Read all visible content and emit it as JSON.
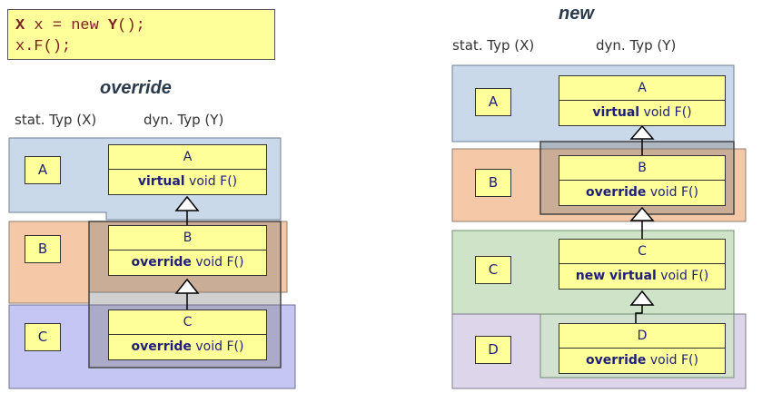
{
  "code": {
    "line1_type": "X",
    "line1_mid": " x = new ",
    "line1_ctor": "Y",
    "line1_end": "();",
    "line2": "x.F();"
  },
  "left": {
    "title": "override",
    "stat_header": "stat. Typ (X)",
    "dyn_header": "dyn. Typ (Y)",
    "static_labels": [
      "A",
      "B",
      "C"
    ],
    "classes": [
      {
        "name": "A",
        "keyword": "virtual",
        "sig": " void F()"
      },
      {
        "name": "B",
        "keyword": "override",
        "sig": " void F()"
      },
      {
        "name": "C",
        "keyword": "override",
        "sig": " void F()"
      }
    ]
  },
  "right": {
    "title": "new",
    "stat_header": "stat. Typ (X)",
    "dyn_header": "dyn. Typ (Y)",
    "static_labels": [
      "A",
      "B",
      "C",
      "D"
    ],
    "classes": [
      {
        "name": "A",
        "keyword": "virtual",
        "sig": " void F()"
      },
      {
        "name": "B",
        "keyword": "override",
        "sig": " void F()"
      },
      {
        "name": "C",
        "keyword": "new virtual",
        "sig": " void F()"
      },
      {
        "name": "D",
        "keyword": "override",
        "sig": " void F()"
      }
    ]
  },
  "colors": {
    "region_a": "#c9d9ea",
    "region_b": "#f5c9a8",
    "region_c_left": "#c6c6f5",
    "region_c_right": "#cfe3c9",
    "region_d": "#ddd6ea",
    "class_fill": "#ffff99",
    "dyn_overlay": "#777777"
  }
}
